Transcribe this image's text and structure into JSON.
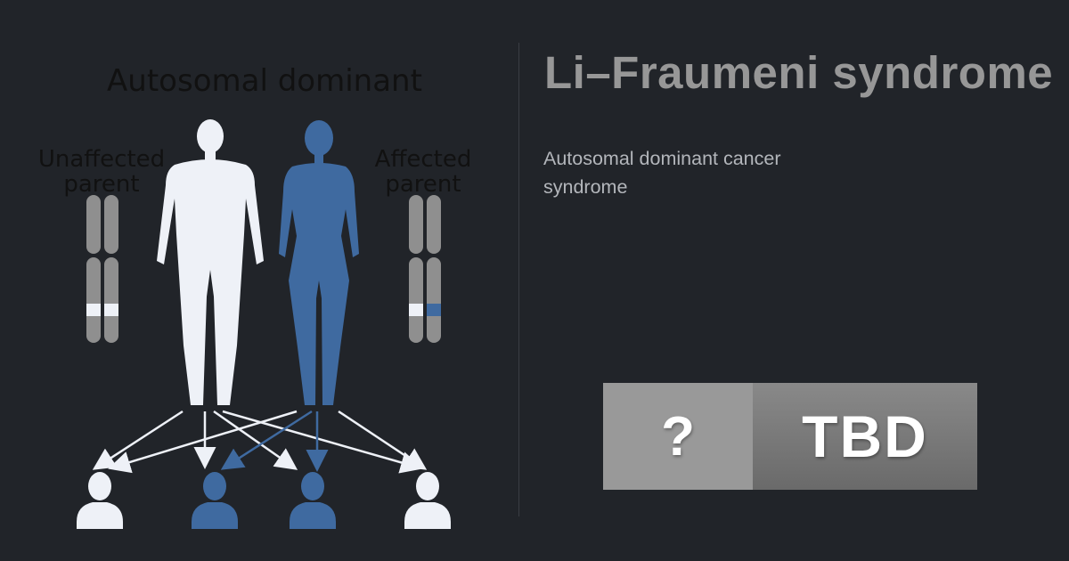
{
  "diagram": {
    "heading": "Autosomal dominant",
    "unaffected_label_1": "Unaffected",
    "unaffected_label_2": "parent",
    "affected_label_1": "Affected",
    "affected_label_2": "parent",
    "colors": {
      "unaffected": "#eef1f7",
      "affected": "#3f6aa0",
      "chromosome": "#8f8f8f"
    }
  },
  "article": {
    "title": "Li–Fraumeni syndrome",
    "subtitle": "Autosomal dominant cancer syndrome"
  },
  "badge": {
    "left": "?",
    "right": "TBD"
  }
}
